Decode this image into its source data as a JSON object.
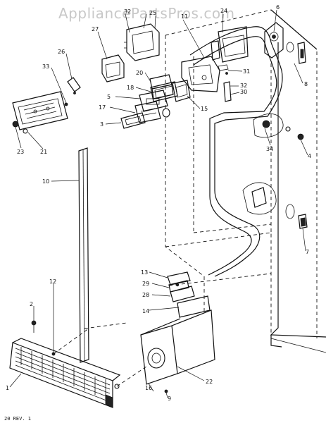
{
  "watermark": "AppliancePartsPros.com",
  "revision": "20 REV. 1",
  "part_labels": [
    "1",
    "2",
    "3",
    "4",
    "5",
    "6",
    "7",
    "8",
    "9",
    "10",
    "11",
    "12",
    "13",
    "14",
    "15",
    "16",
    "17",
    "18",
    "20",
    "21",
    "22",
    "23",
    "24",
    "25",
    "26",
    "27",
    "28",
    "29",
    "30",
    "31",
    "32",
    "33",
    "34"
  ]
}
